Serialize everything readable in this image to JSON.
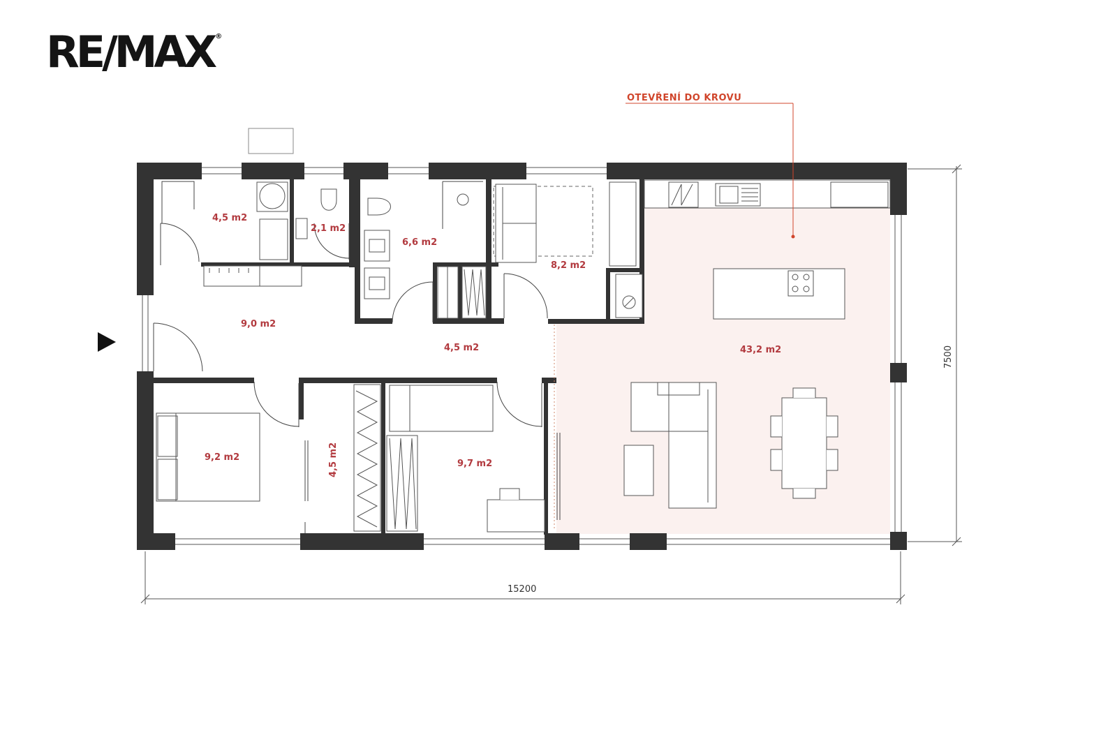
{
  "brand": {
    "name": "RE/MAX"
  },
  "plan": {
    "note": "OTEVŘENÍ DO KROVU",
    "width_label": "15200",
    "height_label": "7500",
    "rooms": [
      {
        "id": "wardrobe-room",
        "area": "4,5 m2"
      },
      {
        "id": "wc",
        "area": "2,1 m2"
      },
      {
        "id": "bathroom",
        "area": "6,6 m2"
      },
      {
        "id": "bedroom-top",
        "area": "8,2 m2"
      },
      {
        "id": "entry-hall",
        "area": "9,0 m2"
      },
      {
        "id": "corridor",
        "area": "4,5 m2"
      },
      {
        "id": "living-kitchen",
        "area": "43,2 m2"
      },
      {
        "id": "bedroom-left",
        "area": "9,2 m2"
      },
      {
        "id": "dressing",
        "area": "4,5 m2"
      },
      {
        "id": "bedroom-right",
        "area": "9,7 m2"
      }
    ]
  },
  "colors": {
    "wall": "#333333",
    "living_fill": "#fbf1ef",
    "area_text": "#b23a3f",
    "note_text": "#d0452b",
    "logo": "#141414"
  }
}
